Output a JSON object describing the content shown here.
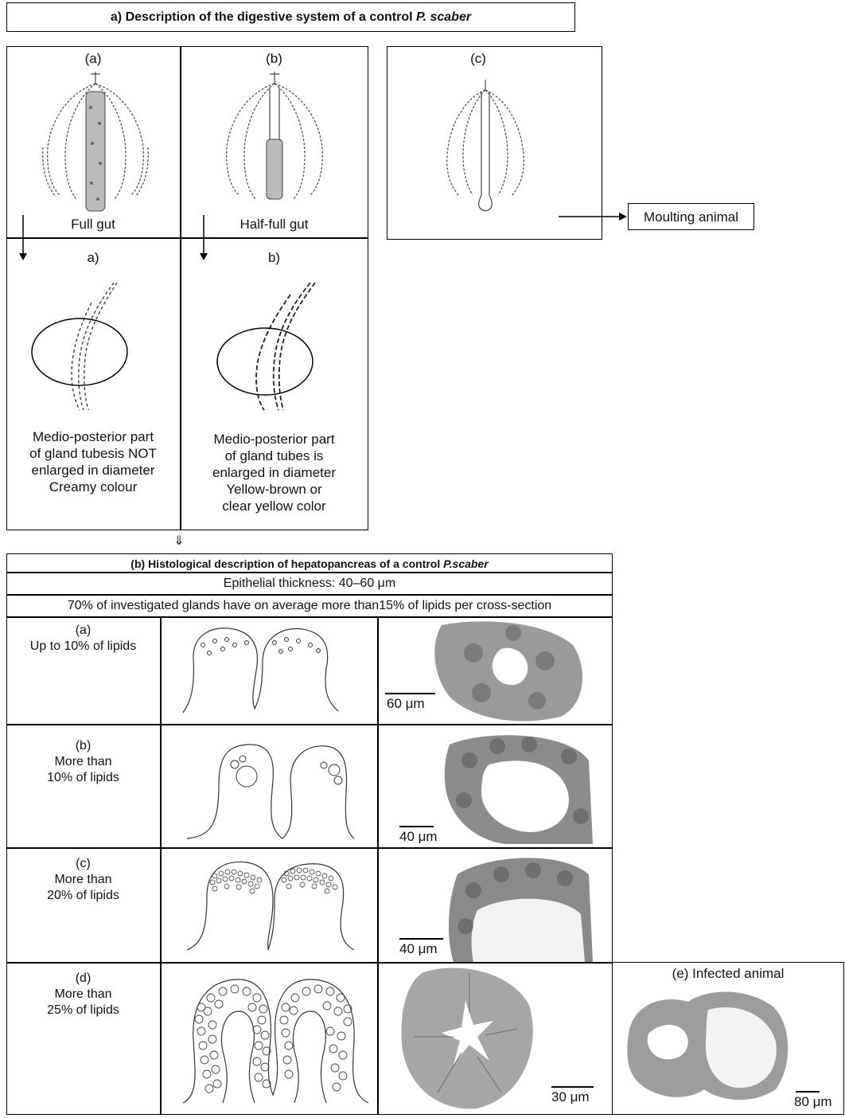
{
  "section_a": {
    "title_prefix": "a) Description of the digestive system of a control ",
    "title_species": "P. scaber",
    "panels": {
      "a": {
        "label": "(a)",
        "caption": "Full gut"
      },
      "b": {
        "label": "(b)",
        "caption": "Half-full gut"
      },
      "c": {
        "label": "(c)",
        "outcome": "Moulting animal"
      }
    },
    "details": {
      "a": {
        "label": "a)",
        "lines": [
          "Medio-posterior part",
          "of gland tubesis NOT",
          "enlarged in diameter",
          "Creamy colour"
        ]
      },
      "b": {
        "label": "b)",
        "lines": [
          "Medio-posterior part",
          "of gland tubes is",
          "enlarged in diameter",
          "Yellow-brown or",
          "clear yellow color"
        ]
      }
    },
    "down_arrow": "⇓"
  },
  "section_b": {
    "title_prefix": "(b) Histological description of hepatopancreas of a control ",
    "title_species": "P.scaber",
    "row_epithelial": "Epithelial thickness: 40–60 μm",
    "row_lipids": "70% of investigated glands have on average more than15% of lipids per cross-section",
    "rows": [
      {
        "label": "(a)",
        "desc": [
          "Up to 10% of lipids"
        ],
        "scale": "60 μm"
      },
      {
        "label": "(b)",
        "desc": [
          "More than",
          "10% of lipids"
        ],
        "scale": "40 μm"
      },
      {
        "label": "(c)",
        "desc": [
          "More than",
          "20% of lipids"
        ],
        "scale": "40 μm"
      },
      {
        "label": "(d)",
        "desc": [
          "More than",
          "25% of lipids"
        ],
        "scale": "30 μm"
      }
    ],
    "infected": {
      "label": "(e) Infected animal",
      "scale": "80 μm"
    }
  }
}
